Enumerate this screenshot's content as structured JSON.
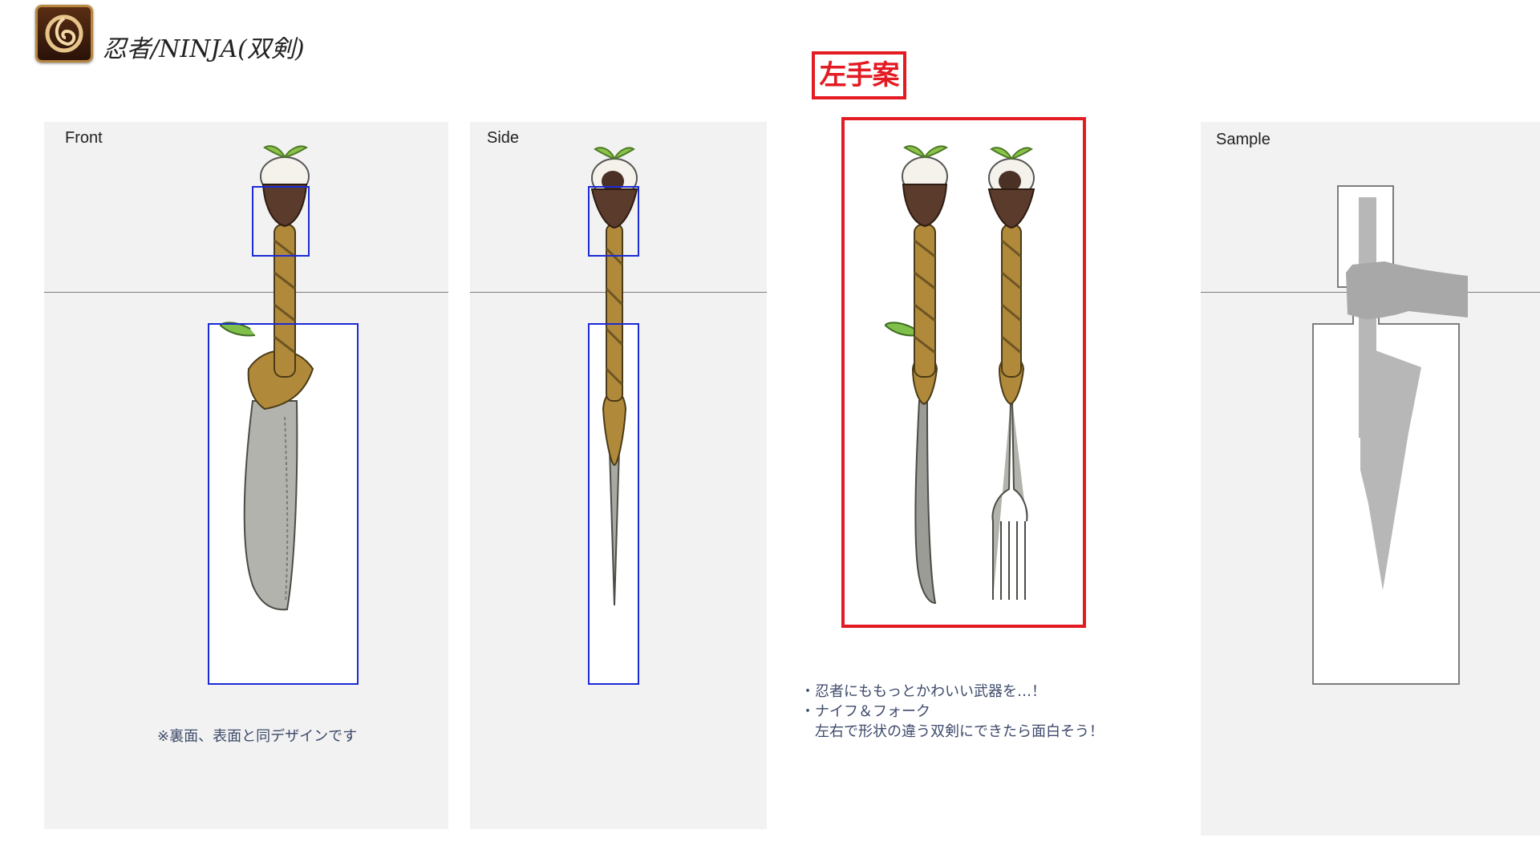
{
  "header": {
    "title": "忍者/NINJA(双剣)",
    "icon": "ninja-job-icon"
  },
  "panels": {
    "front": {
      "label": "Front",
      "note": "※裏面、表面と同デザインです"
    },
    "side": {
      "label": "Side"
    },
    "left_hand": {
      "tag": "左手案",
      "notes": [
        "・忍者にももっとかわいい武器を…！",
        "・ナイフ＆フォーク",
        "　左右で形状の違う双剣にできたら面白そう！"
      ]
    },
    "sample": {
      "label": "Sample"
    }
  },
  "colors": {
    "panel_bg": "#f2f2f2",
    "bbox_blue": "#1c2ad6",
    "accent_red": "#e31b23",
    "brass": "#b08a3a",
    "blade": "#a9a9a4"
  }
}
